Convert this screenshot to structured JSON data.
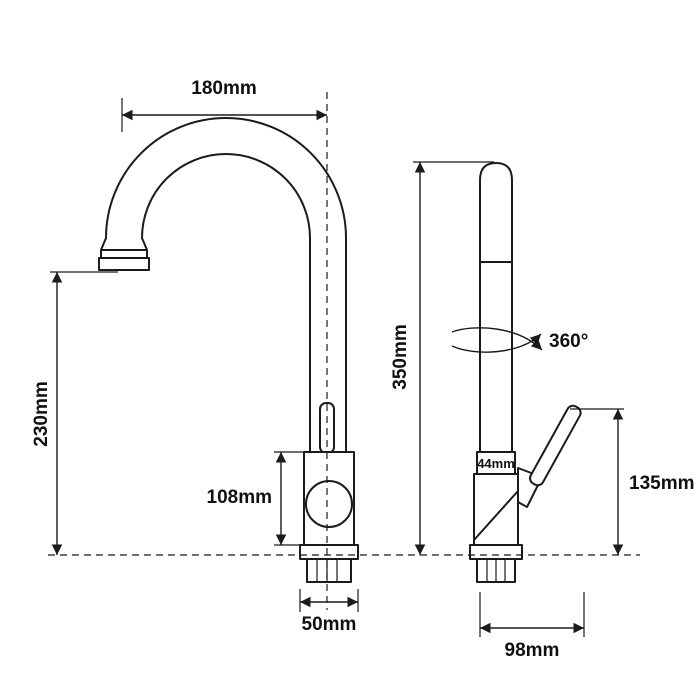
{
  "diagram": {
    "dimensions": {
      "spout_reach": "180mm",
      "spout_height": "230mm",
      "overall_height": "350mm",
      "body_section_height": "108mm",
      "base_width_front": "50mm",
      "body_width": "44mm",
      "swivel_rotation": "360°",
      "handle_height": "135mm",
      "side_depth": "98mm"
    }
  }
}
